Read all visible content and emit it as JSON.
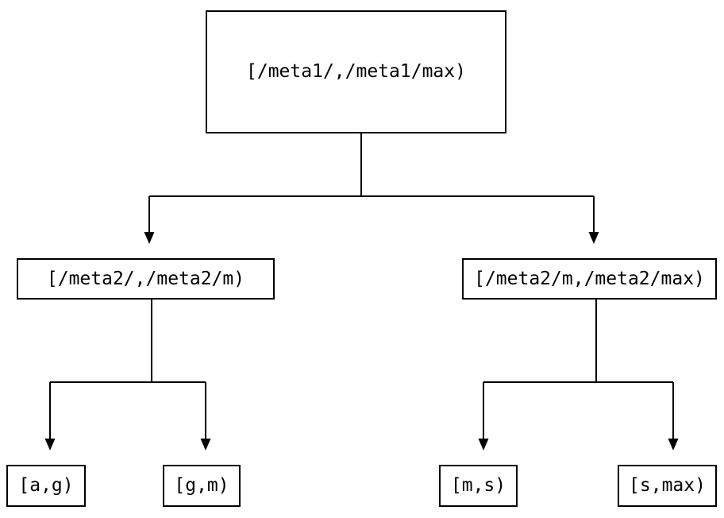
{
  "tree": {
    "root": {
      "label": "[/meta1/,/meta1/max)",
      "children": [
        {
          "label": "[/meta2/,/meta2/m)",
          "children": [
            {
              "label": "[a,g)"
            },
            {
              "label": "[g,m)"
            }
          ]
        },
        {
          "label": "[/meta2/m,/meta2/max)",
          "children": [
            {
              "label": "[m,s)"
            },
            {
              "label": "[s,max)"
            }
          ]
        }
      ]
    },
    "colors": {
      "background": "#ffffff",
      "node_fill": "#ffffff",
      "node_border": "#000000",
      "line": "#000000",
      "text": "#000000"
    }
  }
}
